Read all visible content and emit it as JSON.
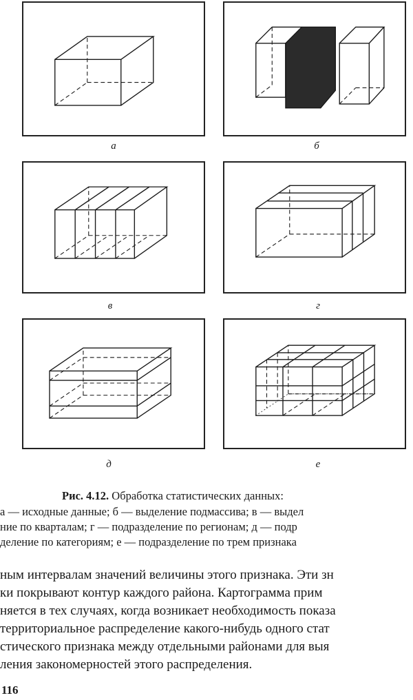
{
  "figure": {
    "panels": [
      {
        "id": "a",
        "label": "а"
      },
      {
        "id": "b",
        "label": "б"
      },
      {
        "id": "v",
        "label": "в"
      },
      {
        "id": "g",
        "label": "г"
      },
      {
        "id": "d",
        "label": "д"
      },
      {
        "id": "e",
        "label": "е"
      }
    ],
    "caption": {
      "number": "Рис. 4.12.",
      "title": "Обработка статистических данных:",
      "lines": [
        "а — исходные данные; б — выделение подмассива; в — выдел",
        "ние по кварталам; г — подразделение по регионам; д — подр",
        "деление по категориям; е — подразделение по трем признака"
      ]
    }
  },
  "body_text": [
    "ным интервалам значений величины этого признака. Эти зн",
    "ки покрывают контур каждого района. Картограмма прим",
    "няется в тех случаях, когда возникает необходимость показа",
    "территориальное распределение какого-нибудь одного стат",
    "стического признака между отдельными районами для выя",
    "ления закономерностей этого распределения."
  ],
  "page_number": "116"
}
